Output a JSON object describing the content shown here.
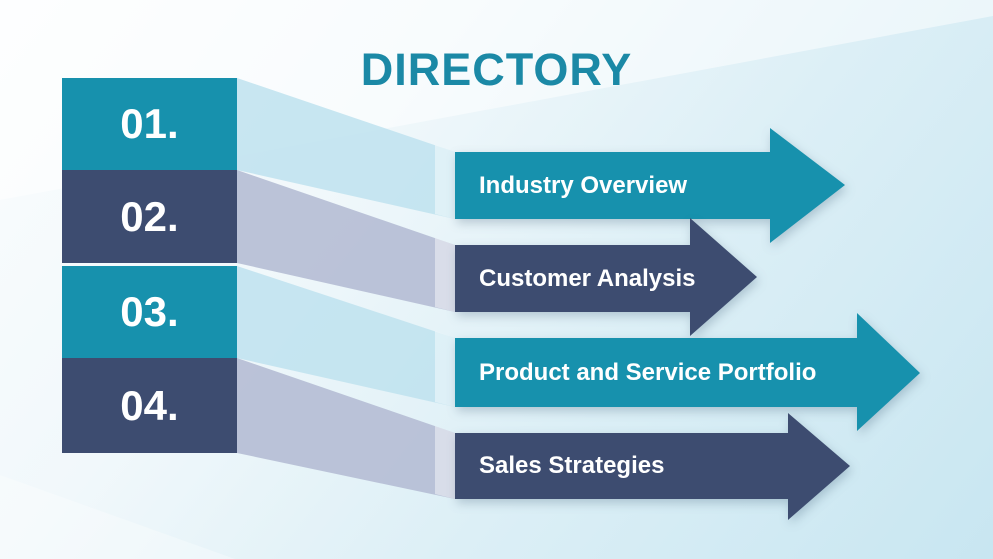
{
  "title": "DIRECTORY",
  "items": [
    {
      "number": "01.",
      "label": "Industry Overview"
    },
    {
      "number": "02.",
      "label": "Customer Analysis"
    },
    {
      "number": "03.",
      "label": "Product and Service Portfolio"
    },
    {
      "number": "04.",
      "label": "Sales Strategies"
    }
  ],
  "colors": {
    "teal": "#1791ad",
    "navy": "#3d4c70",
    "title_color": "#1b89a6",
    "ribbon_cyan": "#bee2ee",
    "ribbon_gray": "#b5bdd4",
    "label_color": "#ffffff"
  }
}
